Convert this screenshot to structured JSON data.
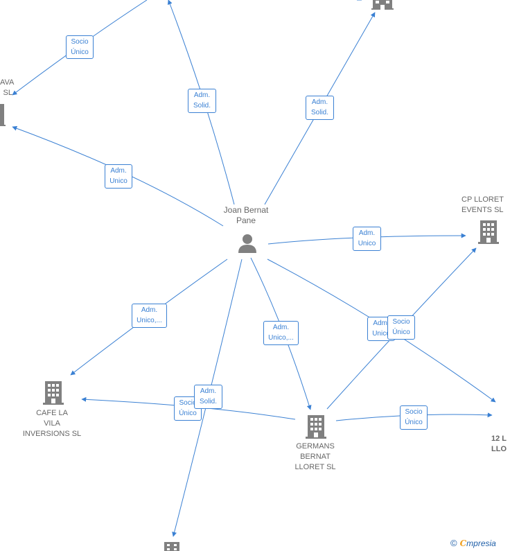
{
  "graph": {
    "person": {
      "name": "Joan Bernat\nPane"
    },
    "companies": {
      "cp_lloret": "CP LLORET\nEVENTS  SL",
      "cafe_la_vila": "CAFE LA\nVILA\nINVERSIONS  SL",
      "germans_bernat": "GERMANS\nBERNAT\nLLORET  SL",
      "twelve_lloret": "12 L\nLLO",
      "ava_left": "AVA\nSL"
    },
    "edge_labels": {
      "socio_unico": "Socio\nÚnico",
      "adm_solid": "Adm.\nSolid.",
      "adm_unico": "Adm.\nUnico",
      "adm_unico_ellipsis": "Adm.\nUnico,...",
      "adm_unico_cut": "Adm.\nUnico"
    }
  },
  "footer": {
    "copyright_symbol": "©",
    "brand_letter": "C",
    "brand_text": "mpresia"
  },
  "colors": {
    "edge": "#3a80d3",
    "icon": "#808080",
    "label": "#666666"
  },
  "icons": {
    "company": "building-icon",
    "person": "person-icon"
  }
}
